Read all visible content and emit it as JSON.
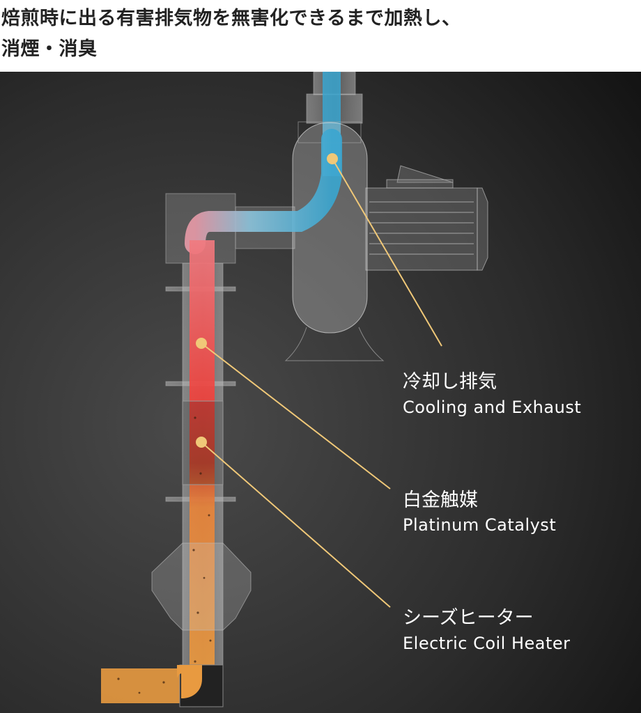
{
  "header": {
    "line1": "焙煎時に出る有害排気物を無害化できるまで加熱し、",
    "line2": "消煙・消臭"
  },
  "labels": [
    {
      "jp": "冷却し排気",
      "en": "Cooling and Exhaust"
    },
    {
      "jp": "白金触媒",
      "en": "Platinum Catalyst"
    },
    {
      "jp": "シーズヒーター",
      "en": "Electric Coil Heater"
    }
  ],
  "colors": {
    "callout": "#f0c878",
    "cool_flow": "#3aa6d0",
    "hot_flow": "#f0504a",
    "heater_flow": "#e8923a"
  }
}
